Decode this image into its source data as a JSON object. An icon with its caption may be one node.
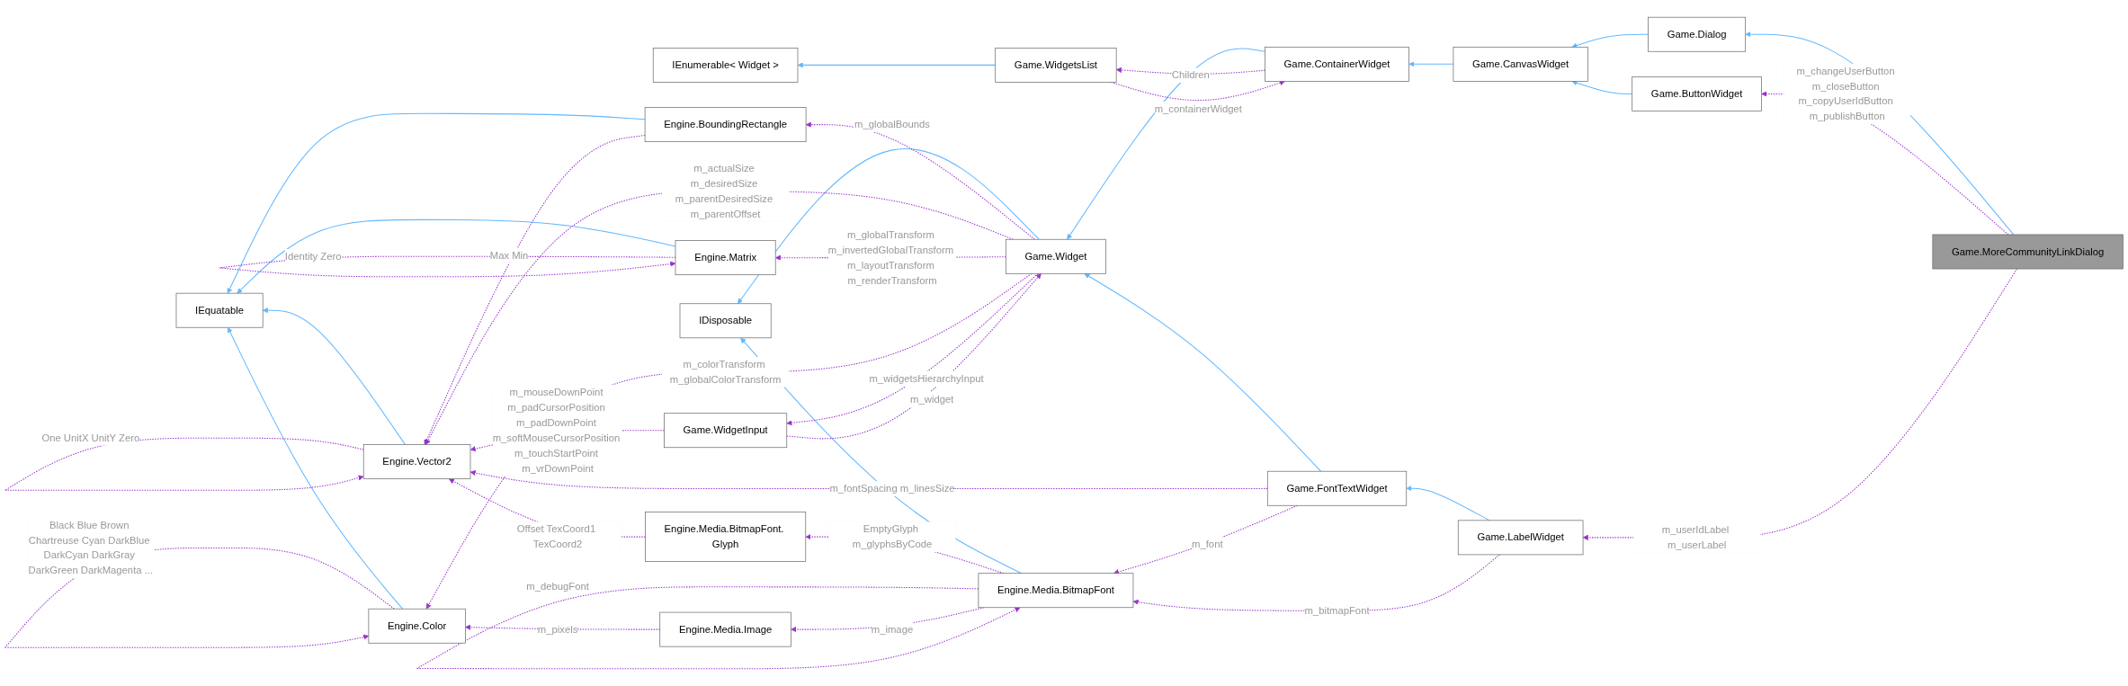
{
  "diagram": {
    "nodes": [
      {
        "text": [
          "IEquatable"
        ]
      },
      {
        "text": [
          "Engine.Vector2"
        ]
      },
      {
        "text": [
          "Engine.BoundingRectangle"
        ]
      },
      {
        "text": [
          "Engine.Matrix"
        ]
      },
      {
        "text": [
          "Engine.Color"
        ]
      },
      {
        "text": [
          "IDisposable"
        ]
      },
      {
        "text": [
          "Engine.Media.BitmapFont. Glyph"
        ]
      },
      {
        "text": [
          "Engine.Media.Image"
        ]
      },
      {
        "text": [
          "Game.Widget"
        ]
      },
      {
        "text": [
          "Engine.Media.BitmapFont"
        ]
      },
      {
        "text": [
          "IEnumerable< Widget >"
        ]
      },
      {
        "text": [
          "Game.WidgetInput"
        ]
      },
      {
        "text": [
          "Game.ContainerWidget"
        ]
      },
      {
        "text": [
          "Game.FontTextWidget"
        ]
      },
      {
        "text": [
          "Game.WidgetsList"
        ]
      },
      {
        "text": [
          "Game.CanvasWidget"
        ]
      },
      {
        "text": [
          "Game.Dialog"
        ]
      },
      {
        "text": [
          "Game.ButtonWidget"
        ]
      },
      {
        "text": [
          "Game.LabelWidget"
        ]
      },
      {
        "text": [
          "Game.MoreCommunityLinkDialog"
        ]
      }
    ],
    "edges": [
      {
        "from": 1,
        "to": 0,
        "arrow": "to",
        "color": "#63b8ff"
      },
      {
        "from": 2,
        "to": 0,
        "arrow": "to",
        "color": "#63b8ff"
      },
      {
        "from": 3,
        "to": 0,
        "arrow": "to",
        "color": "#63b8ff"
      },
      {
        "from": 4,
        "to": 0,
        "arrow": "to",
        "color": "#63b8ff"
      },
      {
        "from": 8,
        "to": 5,
        "arrow": "to",
        "color": "#63b8ff"
      },
      {
        "from": 9,
        "to": 5,
        "arrow": "to",
        "color": "#63b8ff"
      },
      {
        "from": 14,
        "to": 10,
        "arrow": "to",
        "color": "#63b8ff"
      },
      {
        "from": 12,
        "to": 8,
        "arrow": "to",
        "color": "#63b8ff"
      },
      {
        "from": 13,
        "to": 8,
        "arrow": "to",
        "color": "#63b8ff"
      },
      {
        "from": 15,
        "to": 12,
        "arrow": "to",
        "color": "#63b8ff"
      },
      {
        "from": 18,
        "to": 13,
        "arrow": "to",
        "color": "#63b8ff"
      },
      {
        "from": 16,
        "to": 15,
        "arrow": "to",
        "color": "#63b8ff"
      },
      {
        "from": 17,
        "to": 15,
        "arrow": "to",
        "color": "#63b8ff"
      },
      {
        "from": 19,
        "to": 16,
        "arrow": "to",
        "color": "#63b8ff"
      },
      {
        "from": 1,
        "to": 1,
        "arrow": "to",
        "style": "dashed",
        "label": "One UnitX UnitY Zero"
      },
      {
        "from": 2,
        "to": 1,
        "arrow": "to",
        "style": "dashed",
        "label": "Max Min"
      },
      {
        "from": 11,
        "to": 1,
        "arrow": "to",
        "style": "dashed",
        "label": "m_mouseDownPoint m_padCursorPosition m_padDownPoint m_softMouseCursorPosition m_touchStartPoint m_vrDownPoint"
      },
      {
        "from": 8,
        "to": 2,
        "arrow": "to",
        "style": "dashed",
        "label": "m_globalBounds"
      },
      {
        "from": 8,
        "to": 1,
        "arrow": "to",
        "style": "dashed",
        "label": "m_actualSize m_desiredSize m_parentDesiredSize m_parentOffset"
      },
      {
        "from": 8,
        "to": 3,
        "arrow": "to",
        "style": "dashed",
        "label": "m_globalTransform m_invertedGlobalTransform m_layoutTransform m_renderTransform"
      },
      {
        "from": 3,
        "to": 3,
        "arrow": "to",
        "style": "dashed",
        "label": "Identity Zero"
      },
      {
        "from": 13,
        "to": 1,
        "arrow": "to",
        "style": "dashed",
        "label": "m_fontSpacing m_linesSize"
      },
      {
        "from": 6,
        "to": 1,
        "arrow": "to",
        "style": "dashed",
        "label": "Offset TexCoord1 TexCoord2"
      },
      {
        "from": 4,
        "to": 4,
        "arrow": "to",
        "style": "dashed",
        "label": "Black Blue Brown Chartreuse Cyan DarkBlue DarkCyan DarkGray DarkGreen DarkMagenta ..."
      },
      {
        "from": 8,
        "to": 4,
        "arrow": "to",
        "style": "dashed",
        "label": "m_colorTransform m_globalColorTransform"
      },
      {
        "from": 7,
        "to": 4,
        "arrow": "to",
        "style": "dashed",
        "label": "m_pixels"
      },
      {
        "from": 9,
        "to": 6,
        "arrow": "to",
        "style": "dashed",
        "label": "EmptyGlyph m_glyphsByCode"
      },
      {
        "from": 9,
        "to": 9,
        "arrow": "to",
        "style": "dashed",
        "label": "m_debugFont"
      },
      {
        "from": 9,
        "to": 7,
        "arrow": "to",
        "style": "dashed",
        "label": "m_image"
      },
      {
        "from": 8,
        "to": 11,
        "arrow": "to",
        "style": "dashed",
        "label": "m_widgetsHierarchyInput"
      },
      {
        "from": 11,
        "to": 8,
        "arrow": "to",
        "style": "dashed",
        "label": "m_widget"
      },
      {
        "from": 12,
        "to": 14,
        "arrow": "to",
        "style": "dashed",
        "label": "Children"
      },
      {
        "from": 14,
        "to": 12,
        "arrow": "to",
        "style": "dashed",
        "label": "m_containerWidget"
      },
      {
        "from": 13,
        "to": 9,
        "arrow": "to",
        "style": "dashed",
        "label": "m_font"
      },
      {
        "from": 18,
        "to": 9,
        "arrow": "to",
        "style": "dashed",
        "label": "m_bitmapFont"
      },
      {
        "from": 19,
        "to": 17,
        "arrow": "to",
        "style": "dashed",
        "label": "m_changeUserButton m_closeButton m_copyUserIdButton m_publishButton"
      },
      {
        "from": 19,
        "to": 18,
        "arrow": "to",
        "style": "dashed",
        "label": "m_userIdLabel m_userLabel"
      }
    ]
  }
}
